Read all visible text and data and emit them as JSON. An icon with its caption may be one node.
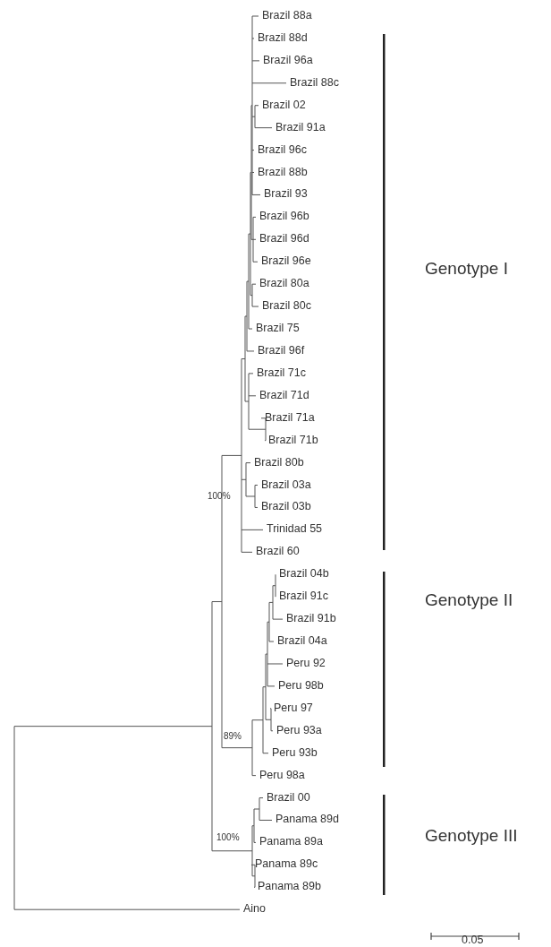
{
  "diagram": {
    "labels": [
      "Brazil 88a",
      "Brazil 88d",
      "Brazil 96a",
      "Brazil 88c",
      "Brazil 02",
      "Brazil 91a",
      "Brazil 96c",
      "Brazil 88b",
      "Brazil 93",
      "Brazil 96b",
      "Brazil 96d",
      "Brazil 96e",
      "Brazil 80a",
      "Brazil 80c",
      "Brazil 75",
      "Brazil 96f",
      "Brazil 71c",
      "Brazil 71d",
      "Brazil 71a",
      "Brazil 71b",
      "Brazil 80b",
      "Brazil 03a",
      "Brazil 03b",
      "Trinidad 55",
      "Brazil 60",
      "Brazil 04b",
      "Brazil 91c",
      "Brazil 91b",
      "Brazil 04a",
      "Peru 92",
      "Peru 98b",
      "Peru 97",
      "Peru 93a",
      "Peru 93b",
      "Peru 98a",
      "Brazil 00",
      "Panama 89d",
      "Panama 89a",
      "Panama 89c",
      "Panama 89b",
      "Aino",
      "Genotype I",
      "Genotype II",
      "Genotype III",
      "100%",
      "89%",
      "100%",
      "0.05"
    ]
  }
}
